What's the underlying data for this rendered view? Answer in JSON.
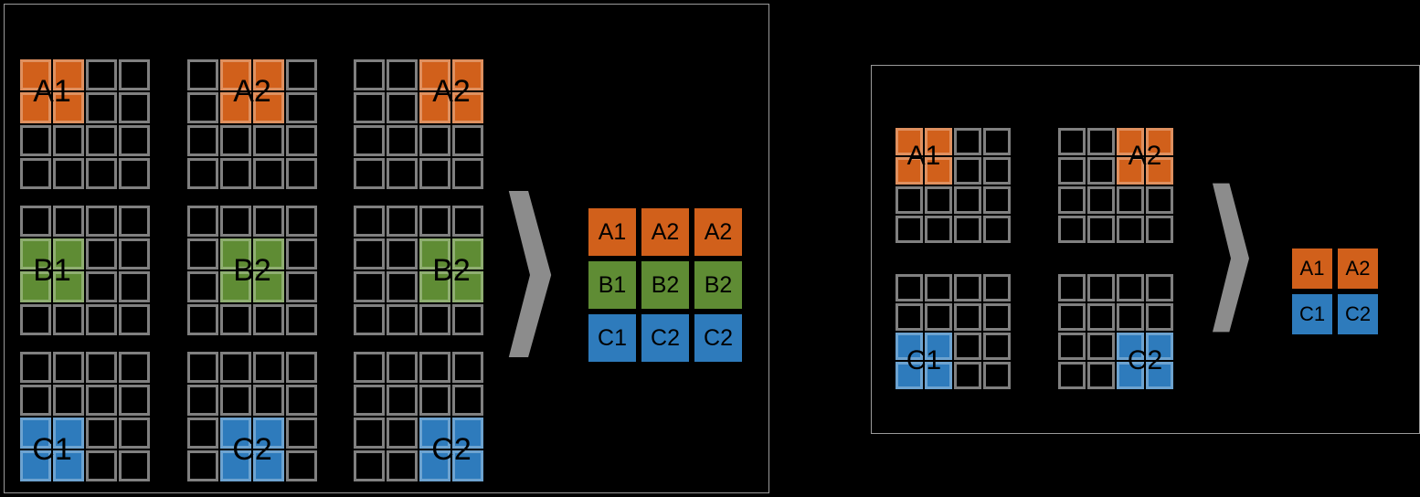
{
  "figure": {
    "background_color": "#000000",
    "panel_border_color": "#9a9a9a",
    "cell_border_color": "#808080",
    "chevron_color": "#8c8c8c",
    "colors": {
      "orange": "#D1601B",
      "green": "#5F8C34",
      "blue": "#2E7BBC"
    }
  },
  "panels": [
    {
      "id": "left-panel",
      "grid_rows": 3,
      "grid_cols": 3,
      "grids": [
        {
          "label": "A1",
          "color": "orange",
          "row": 0,
          "col": 0,
          "patch_row": 0,
          "patch_col": 0
        },
        {
          "label": "A2",
          "color": "orange",
          "row": 0,
          "col": 1,
          "patch_row": 0,
          "patch_col": 1
        },
        {
          "label": "A2",
          "color": "orange",
          "row": 0,
          "col": 2,
          "patch_row": 0,
          "patch_col": 2
        },
        {
          "label": "B1",
          "color": "green",
          "row": 1,
          "col": 0,
          "patch_row": 1,
          "patch_col": 0
        },
        {
          "label": "B2",
          "color": "green",
          "row": 1,
          "col": 1,
          "patch_row": 1,
          "patch_col": 1
        },
        {
          "label": "B2",
          "color": "green",
          "row": 1,
          "col": 2,
          "patch_row": 1,
          "patch_col": 2
        },
        {
          "label": "C1",
          "color": "blue",
          "row": 2,
          "col": 0,
          "patch_row": 2,
          "patch_col": 0
        },
        {
          "label": "C2",
          "color": "blue",
          "row": 2,
          "col": 1,
          "patch_row": 2,
          "patch_col": 1
        },
        {
          "label": "C2",
          "color": "blue",
          "row": 2,
          "col": 2,
          "patch_row": 2,
          "patch_col": 2
        }
      ],
      "chevron": "chevron-right-glyph",
      "result": {
        "rows": 3,
        "cols": 3,
        "cells": [
          {
            "label": "A1",
            "color": "orange"
          },
          {
            "label": "A2",
            "color": "orange"
          },
          {
            "label": "A2",
            "color": "orange"
          },
          {
            "label": "B1",
            "color": "green"
          },
          {
            "label": "B2",
            "color": "green"
          },
          {
            "label": "B2",
            "color": "green"
          },
          {
            "label": "C1",
            "color": "blue"
          },
          {
            "label": "C2",
            "color": "blue"
          },
          {
            "label": "C2",
            "color": "blue"
          }
        ]
      }
    },
    {
      "id": "right-panel",
      "grid_rows": 2,
      "grid_cols": 2,
      "grids": [
        {
          "label": "A1",
          "color": "orange",
          "row": 0,
          "col": 0,
          "patch_row": 0,
          "patch_col": 0
        },
        {
          "label": "A2",
          "color": "orange",
          "row": 0,
          "col": 1,
          "patch_row": 0,
          "patch_col": 2
        },
        {
          "label": "C1",
          "color": "blue",
          "row": 1,
          "col": 0,
          "patch_row": 2,
          "patch_col": 0
        },
        {
          "label": "C2",
          "color": "blue",
          "row": 1,
          "col": 1,
          "patch_row": 2,
          "patch_col": 2
        }
      ],
      "chevron": "chevron-right-glyph",
      "result": {
        "rows": 2,
        "cols": 2,
        "cells": [
          {
            "label": "A1",
            "color": "orange"
          },
          {
            "label": "A2",
            "color": "orange"
          },
          {
            "label": "C1",
            "color": "blue"
          },
          {
            "label": "C2",
            "color": "blue"
          }
        ]
      }
    }
  ]
}
